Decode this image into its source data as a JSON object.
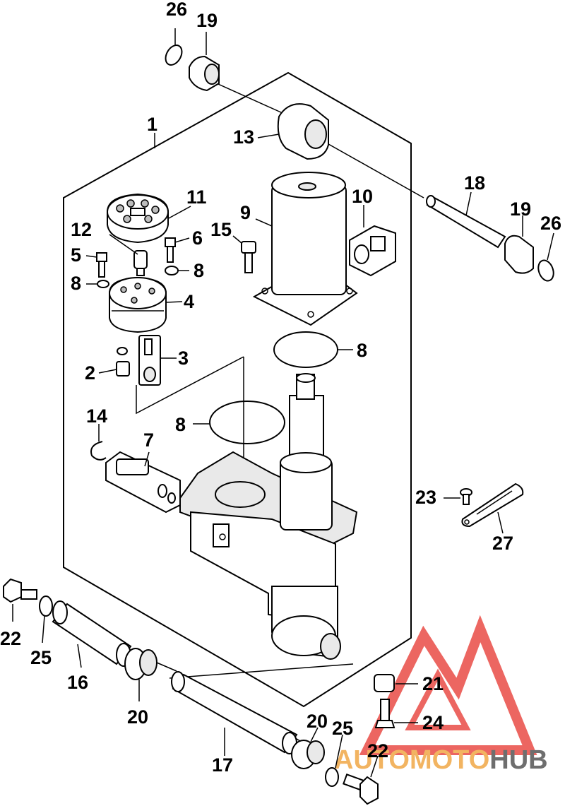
{
  "callouts": [
    "1",
    "2",
    "3",
    "4",
    "5",
    "6",
    "7",
    "8",
    "9",
    "10",
    "11",
    "12",
    "13",
    "14",
    "15",
    "16",
    "17",
    "18",
    "19",
    "20",
    "21",
    "22",
    "23",
    "24",
    "25",
    "26",
    "27"
  ],
  "watermark": {
    "part1": "AUTO",
    "part2": "MOTO",
    "part3": "HUB",
    "color_red": "#e8413a",
    "color_orange": "#f0a23a",
    "color_grey": "#4a4a4a"
  }
}
